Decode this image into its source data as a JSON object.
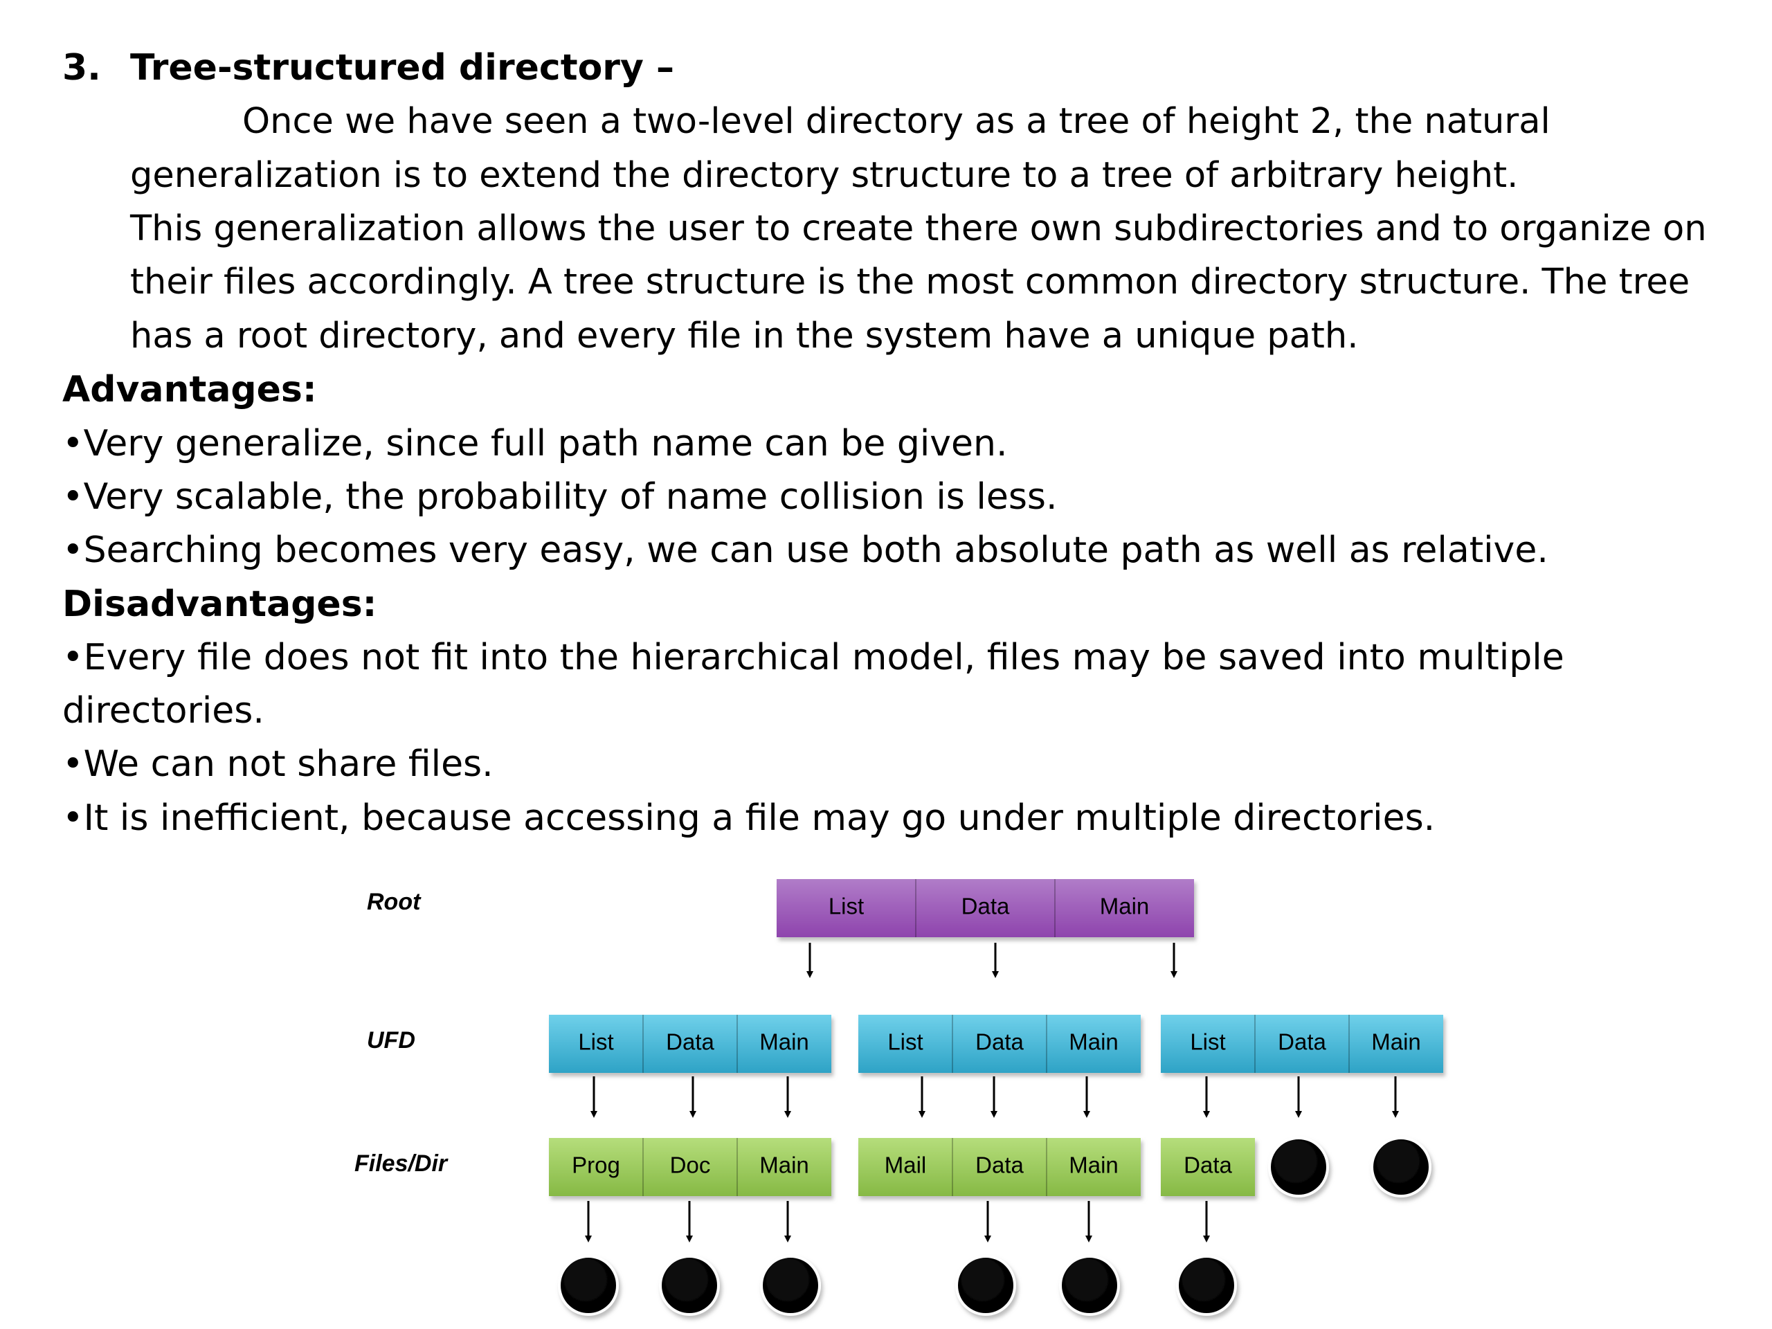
{
  "section": {
    "number": "3.",
    "title": "Tree-structured directory –",
    "paragraph_lines": [
      "Once we have seen a two-level directory as a tree of height 2, the natural",
      "generalization is to extend the directory structure to a tree of arbitrary height.",
      "This generalization allows the user to create there own subdirectories and to organize on",
      "their files accordingly. A tree structure is the most common directory structure. The tree",
      "has a root directory, and every file in the system have a unique path."
    ]
  },
  "advantages": {
    "heading": "Advantages:",
    "items": [
      "•Very generalize, since full path name can be given.",
      "•Very scalable, the probability of name collision is less.",
      "•Searching becomes very easy, we can use both absolute path as well as relative."
    ]
  },
  "disadvantages": {
    "heading": "Disadvantages:",
    "items": [
      "•Every file does not fit into the hierarchical model, files may be saved into multiple",
      "directories.",
      "•We can not share files.",
      "•It is inefficient, because accessing a file may go under multiple directories."
    ]
  },
  "diagram": {
    "level_labels": [
      "Root",
      "UFD",
      "Files/Dir"
    ],
    "root_entries": [
      "List",
      "Data",
      "Main"
    ],
    "ufd_groups": [
      [
        "List",
        "Data",
        "Main"
      ],
      [
        "List",
        "Data",
        "Main"
      ],
      [
        "List",
        "Data",
        "Main"
      ]
    ],
    "files_groups": [
      [
        "Prog",
        "Doc",
        "Main"
      ],
      [
        "Mail",
        "Data",
        "Main"
      ],
      [
        "Data"
      ]
    ],
    "colors": {
      "root_fill": "#9b59b6",
      "ufd_fill": "#4bb8d6",
      "files_fill": "#9ccc5a",
      "file_node": "#000000",
      "arrow": "#000000"
    }
  }
}
